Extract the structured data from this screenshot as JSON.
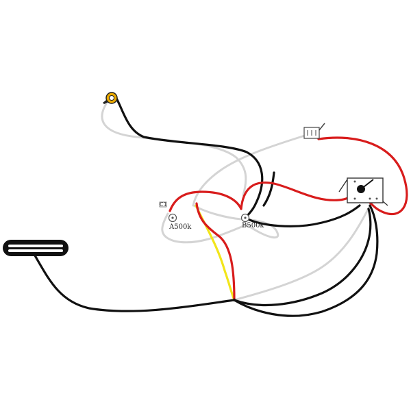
{
  "labels": {
    "pot_a": "A500k",
    "pot_b": "B500k",
    "capacitor": "C1"
  },
  "colors": {
    "black": "#111111",
    "red": "#d81c1c",
    "white": "#d4d4d4",
    "yellow": "#f2e51a",
    "jack_gold": "#e8a800"
  },
  "icons": {
    "jack": "output-jack-icon",
    "pickup": "single-rail-pickup-icon",
    "switch": "toggle-switch-icon",
    "kill_switch": "mini-toggle-icon",
    "pot": "potentiometer-icon"
  }
}
